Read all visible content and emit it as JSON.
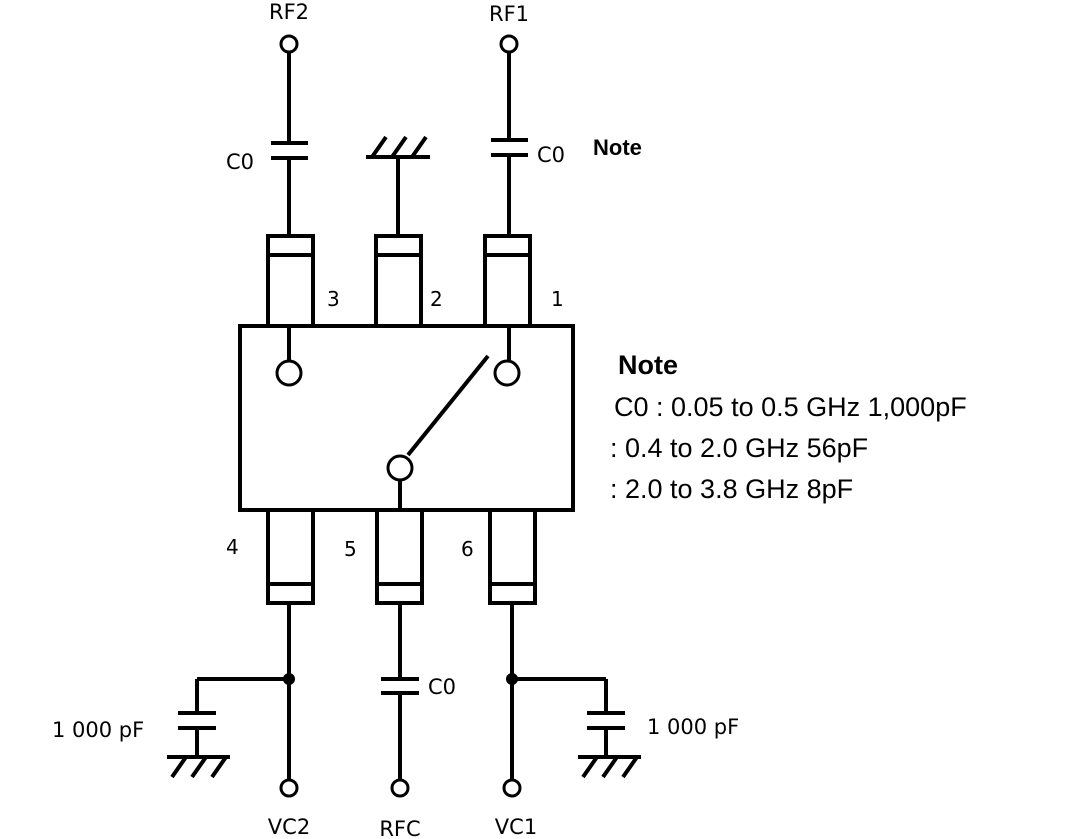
{
  "terminals": {
    "rf2": "RF2",
    "rf1": "RF1",
    "vc2": "VC2",
    "rfc": "RFC",
    "vc1": "VC1"
  },
  "capacitors": {
    "c0_rf2": "C0",
    "c0_rf1": "C0",
    "c0_rfc": "C0",
    "cap_left": "1 000 pF",
    "cap_right": "1 000 pF"
  },
  "note_tag": "Note",
  "pins": [
    "3",
    "2",
    "1",
    "4",
    "5",
    "6"
  ],
  "note": {
    "title": "Note",
    "lines": [
      "C0 : 0.05 to 0.5 GHz 1,000pF",
      ": 0.4 to 2.0 GHz 56pF",
      ": 2.0 to 3.8 GHz 8pF"
    ]
  }
}
